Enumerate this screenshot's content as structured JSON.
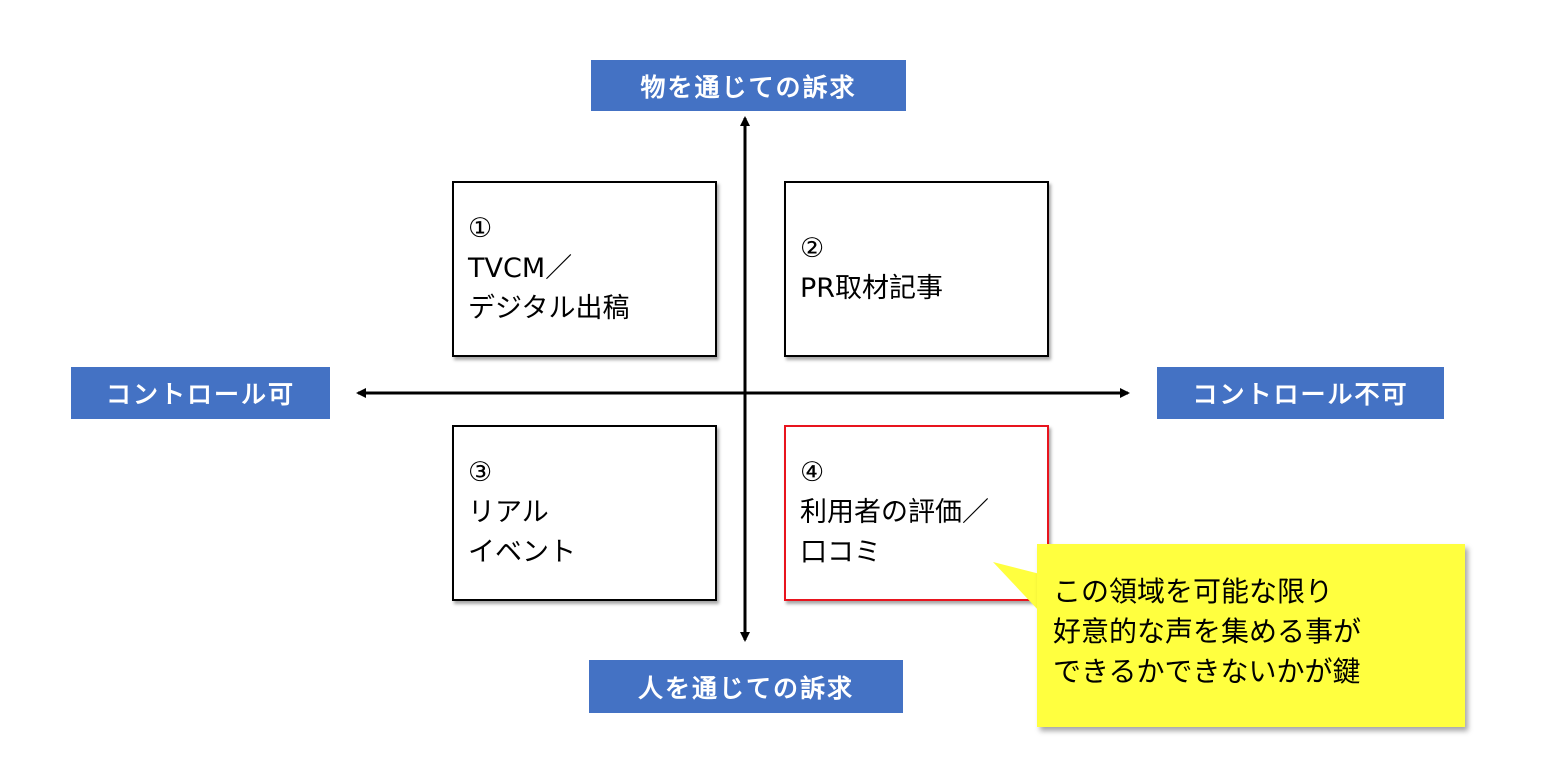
{
  "axes": {
    "top": "物を通じての訴求",
    "bottom": "人を通じての訴求",
    "left": "コントロール可",
    "right": "コントロール不可"
  },
  "quadrants": [
    {
      "number": "①",
      "lines": [
        "TVCM／",
        "デジタル出稿"
      ]
    },
    {
      "number": "②",
      "lines": [
        "PR取材記事"
      ]
    },
    {
      "number": "③",
      "lines": [
        "リアル",
        "イベント"
      ]
    },
    {
      "number": "④",
      "lines": [
        "利用者の評価／",
        "口コミ"
      ],
      "highlight_color": "#e8141e"
    }
  ],
  "callout": {
    "lines": [
      "この領域を可能な限り",
      "好意的な声を集める事が",
      "できるかできないかが鍵"
    ],
    "color": "#FFFF3F"
  },
  "colors": {
    "axis_label_bg": "#4472C4"
  }
}
